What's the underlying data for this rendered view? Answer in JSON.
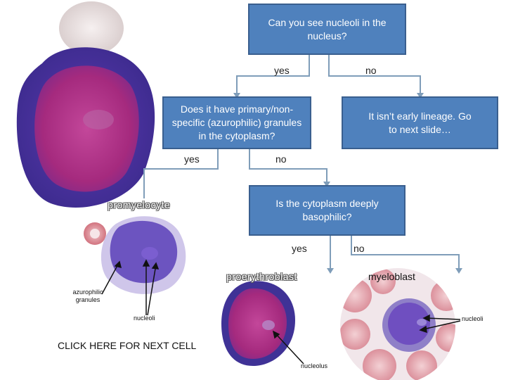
{
  "questions": {
    "q1": "Can you see nucleoli in the nucleus?",
    "q2": "Does it have primary/non-specific (azurophilic) granules in the cytoplasm?",
    "q3": "Is the cytoplasm deeply basophilic?",
    "not_early": "It isn’t early lineage. Go to next slide…"
  },
  "branches": {
    "q1_yes": "yes",
    "q1_no": "no",
    "q2_yes": "yes",
    "q2_no": "no",
    "q3_yes": "yes",
    "q3_no": "no"
  },
  "cells": {
    "promyelocyte": "promyelocyte",
    "proerythroblast": "proerythroblast",
    "myeloblast": "myeloblast"
  },
  "annotations": {
    "azurophilic_granules": "azurophilic granules",
    "nucleoli_left": "nucleoli",
    "nucleoli_right": "nucleoli",
    "nucleolus": "nucleolus"
  },
  "next_cell_link": "CLICK HERE FOR NEXT CELL",
  "colors": {
    "box_fill": "#4f81bd",
    "box_border": "#3a5f8f",
    "connector": "#7f9db9",
    "cell_cytoplasm": "#4a2f9e",
    "cell_nucleus": "#b0307a",
    "rbc": "#d27a84"
  }
}
